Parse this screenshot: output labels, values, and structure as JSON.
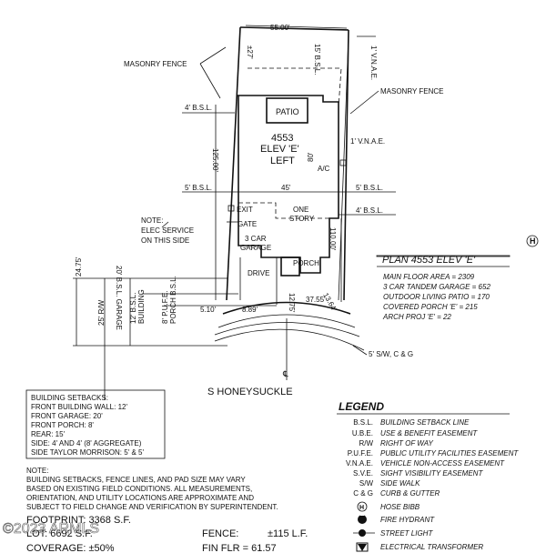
{
  "lot": {
    "width_top": "55.00'",
    "setback_rear_15": "15' B.S.L.",
    "dim_27": "±27'",
    "vnae_top": "1' V.N.A.E.",
    "masonry_fence_left": "MASONRY FENCE",
    "masonry_fence_right": "MASONRY FENCE",
    "bsl_4_left_top": "4' B.S.L.",
    "patio": "PATIO",
    "plan_number": "4553",
    "elev_label": "ELEV 'E'",
    "orientation": "LEFT",
    "depth_125": "125.00'",
    "vnae_right": "1' V.N.A.E.",
    "dim_80": "80'",
    "ac": "A/C",
    "bsl_5_left": "5' B.S.L.",
    "dim_45": "45'",
    "bsl_5_right": "5' B.S.L.",
    "bsl_4_right": "4' B.S.L.",
    "exit": "EXIT",
    "gate": "GATE",
    "one": "ONE",
    "story": "STORY",
    "garage_line1": "3 CAR",
    "garage_line2": "GARAGE",
    "note_line1": "NOTE:",
    "note_line2": "ELEC SERVICE",
    "note_line3": "ON THIS SIDE",
    "depth_110": "110.00'",
    "porch": "PORCH",
    "drive": "DRIVE",
    "dim_2475": "24.75'",
    "garage_bsl": "20' B.S.L. GARAGE",
    "dim_1275": "12.75'",
    "dim_889": "8.89'",
    "dim_3755": "37.55'",
    "dim_1364": "13.64'",
    "dim_510": "5.10'",
    "row_25": "25' R/W",
    "bsl_12": "12' B.S.L.",
    "bsl_12_sub": "BUILDING",
    "pufe_8": "8' P.U.F.E.",
    "porch_bsl": "PORCH B.S.L.",
    "sidewalk": "5' S/W, C & G",
    "street": "S   HONEYSUCKLE"
  },
  "plan_box": {
    "title": "PLAN 4553 ELEV 'E'",
    "lines": [
      "MAIN FLOOR AREA = 2309",
      "3 CAR TANDEM GARAGE = 652",
      "OUTDOOR LIVING PATIO = 170",
      "COVERED PORCH 'E' = 215",
      "ARCH PROJ 'E' = 22"
    ]
  },
  "setbacks": {
    "title": "BUILDING SETBACKS:",
    "lines": [
      "FRONT BUILDING WALL: 12'",
      "FRONT GARAGE: 20'",
      "FRONT PORCH: 8'",
      "REAR: 15'",
      "SIDE: 4' AND 4' (8' AGGREGATE)",
      "SIDE TAYLOR MORRISON: 5' & 5'"
    ]
  },
  "note": {
    "lines": [
      "NOTE:",
      "BUILDING SETBACKS, FENCE LINES, AND PAD SIZE MAY VARY",
      "BASED ON EXISTING FIELD CONDITIONS.  ALL MEASUREMENTS,",
      "ORIENTATION, AND UTILITY LOCATIONS ARE APPROXIMATE AND",
      "SUBJECT TO FIELD CHANGE AND VERIFICATION BY SUPERINTENDENT."
    ]
  },
  "summary": {
    "footprint": "FOOTPRINT: 3368 S.F.",
    "lot": "LOT: 6692 S.F.",
    "coverage": "COVERAGE: ±50%",
    "fence_label": "FENCE:",
    "fence_value": "±115 L.F.",
    "fin_flr": "FIN FLR = 61.57",
    "watermark": "©2023 ARMLS"
  },
  "legend": {
    "title": "LEGEND",
    "items": [
      {
        "abbr": "B.S.L.",
        "desc": "BUILDING SETBACK LINE"
      },
      {
        "abbr": "U.B.E.",
        "desc": "USE & BENEFIT EASEMENT"
      },
      {
        "abbr": "R/W",
        "desc": "RIGHT OF WAY"
      },
      {
        "abbr": "P.U.F.E.",
        "desc": "PUBLIC UTILITY FACILITIES EASEMENT"
      },
      {
        "abbr": "V.N.A.E.",
        "desc": "VEHICLE NON-ACCESS EASEMENT"
      },
      {
        "abbr": "S.V.E.",
        "desc": "SIGHT VISIBILITY EASEMENT"
      },
      {
        "abbr": "S/W",
        "desc": "SIDE WALK"
      },
      {
        "abbr": "C & G",
        "desc": "CURB & GUTTER"
      }
    ],
    "symbols": [
      {
        "glyph": "H",
        "desc": "HOSE BIBB"
      },
      {
        "glyph": "",
        "desc": "FIRE HYDRANT"
      },
      {
        "glyph": "",
        "desc": "STREET LIGHT"
      },
      {
        "glyph": "",
        "desc": "ELECTRICAL TRANSFORMER"
      }
    ]
  }
}
